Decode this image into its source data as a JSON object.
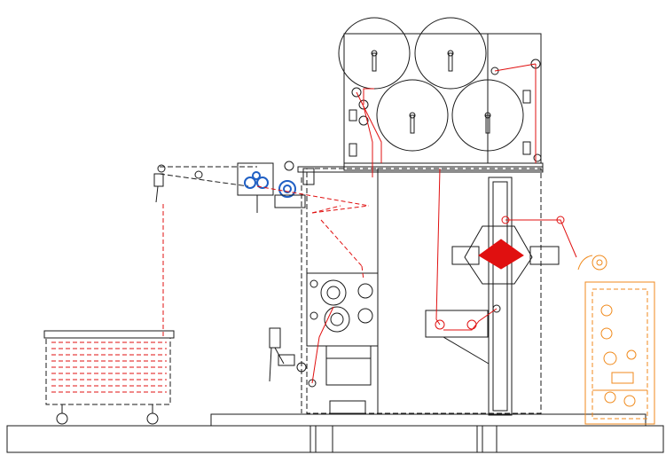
{
  "drawing": {
    "colors": {
      "outline": "#1a1a1a",
      "web_path": "#e01010",
      "auxiliary_unit": "#f08a1c",
      "roller_accent": "#1f5fc4",
      "background": "#ffffff"
    },
    "components": [
      "upper-reel-stand",
      "lower-reel-stand",
      "left-pulley-arm",
      "guide-roller-assembly",
      "nip-roller-stack",
      "vertical-guide-column",
      "folding-station",
      "loading-cart",
      "orange-auxiliary-unit",
      "base-frame"
    ]
  }
}
